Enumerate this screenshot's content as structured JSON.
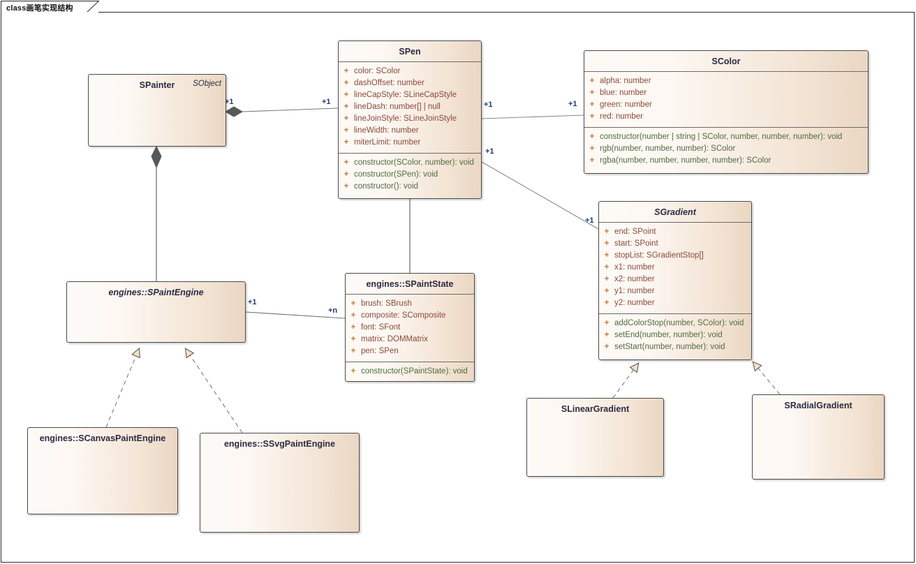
{
  "diagram": {
    "tab_label": "class画笔实现结构",
    "accent_attr_color": "#8a4a3a",
    "accent_oper_color": "#4e6b3e",
    "visibility_color": "#c07a33",
    "class_fill_left": "#fdfaf7",
    "class_fill_right": "#ead7c3",
    "border_color": "#4a4a4a",
    "multiplicity_color": "#1e3a6e"
  },
  "classes": {
    "spainter": {
      "name": "SPainter",
      "stereotype": "SObject",
      "abstract": false,
      "attributes": [],
      "operations": []
    },
    "spen": {
      "name": "SPen",
      "abstract": false,
      "attributes": [
        {
          "vis": "+",
          "text": "color: SColor"
        },
        {
          "vis": "+",
          "text": "dashOffset: number"
        },
        {
          "vis": "+",
          "text": "lineCapStyle: SLineCapStyle"
        },
        {
          "vis": "+",
          "text": "lineDash: number[] | null"
        },
        {
          "vis": "+",
          "text": "lineJoinStyle: SLineJoinStyle"
        },
        {
          "vis": "+",
          "text": "lineWidth: number"
        },
        {
          "vis": "+",
          "text": "miterLimit: number"
        }
      ],
      "operations": [
        {
          "vis": "+",
          "text": "constructor(SColor, number): void"
        },
        {
          "vis": "+",
          "text": "constructor(SPen): void"
        },
        {
          "vis": "+",
          "text": "constructor(): void"
        }
      ]
    },
    "scolor": {
      "name": "SColor",
      "abstract": false,
      "attributes": [
        {
          "vis": "+",
          "text": "alpha: number"
        },
        {
          "vis": "+",
          "text": "blue: number"
        },
        {
          "vis": "+",
          "text": "green: number"
        },
        {
          "vis": "+",
          "text": "red: number"
        }
      ],
      "operations": [
        {
          "vis": "+",
          "text": "constructor(number | string | SColor, number, number, number): void"
        },
        {
          "vis": "+",
          "text": "rgb(number, number, number): SColor"
        },
        {
          "vis": "+",
          "text": "rgba(number, number, number, number): SColor"
        }
      ]
    },
    "sgradient": {
      "name": "SGradient",
      "abstract": true,
      "attributes": [
        {
          "vis": "+",
          "text": "end: SPoint"
        },
        {
          "vis": "+",
          "text": "start: SPoint"
        },
        {
          "vis": "+",
          "text": "stopList: SGradientStop[]"
        },
        {
          "vis": "+",
          "text": "x1: number"
        },
        {
          "vis": "+",
          "text": "x2: number"
        },
        {
          "vis": "+",
          "text": "y1: number"
        },
        {
          "vis": "+",
          "text": "y2: number"
        }
      ],
      "operations": [
        {
          "vis": "+",
          "text": "addColorStop(number, SColor): void"
        },
        {
          "vis": "+",
          "text": "setEnd(number, number): void"
        },
        {
          "vis": "+",
          "text": "setStart(number, number): void"
        }
      ]
    },
    "spaintengine": {
      "name": "engines::SPaintEngine",
      "abstract": true,
      "attributes": [],
      "operations": []
    },
    "spaintstate": {
      "name": "engines::SPaintState",
      "abstract": false,
      "attributes": [
        {
          "vis": "+",
          "text": "brush: SBrush"
        },
        {
          "vis": "+",
          "text": "composite: SComposite"
        },
        {
          "vis": "+",
          "text": "font: SFont"
        },
        {
          "vis": "+",
          "text": "matrix: DOMMatrix"
        },
        {
          "vis": "+",
          "text": "pen: SPen"
        }
      ],
      "operations": [
        {
          "vis": "+",
          "text": "constructor(SPaintState): void"
        }
      ]
    },
    "scanvaspaintengine": {
      "name": "engines::SCanvasPaintEngine",
      "abstract": false,
      "attributes": [],
      "operations": []
    },
    "ssvgpaintengine": {
      "name": "engines::SSvgPaintEngine",
      "abstract": false,
      "attributes": [],
      "operations": []
    },
    "slineargradient": {
      "name": "SLinearGradient",
      "abstract": false,
      "attributes": [],
      "operations": []
    },
    "sradialgradient": {
      "name": "SRadialGradient",
      "abstract": false,
      "attributes": [],
      "operations": []
    }
  },
  "relations": {
    "painter_pen": {
      "source_mult": "+1",
      "target_mult": "+1",
      "kind": "composition"
    },
    "pen_color": {
      "source_mult": "+1",
      "target_mult": "+1",
      "kind": "association"
    },
    "pen_gradient": {
      "source_mult": "+1",
      "target_mult": "+1",
      "kind": "association"
    },
    "painter_engine": {
      "kind": "composition"
    },
    "engine_state": {
      "source_mult": "+1",
      "target_mult": "+n",
      "kind": "association"
    },
    "pen_state": {
      "kind": "association"
    },
    "canvas_realize": {
      "kind": "realization"
    },
    "svg_realize": {
      "kind": "realization"
    },
    "linear_realize": {
      "kind": "realization"
    },
    "radial_realize": {
      "kind": "realization"
    }
  }
}
